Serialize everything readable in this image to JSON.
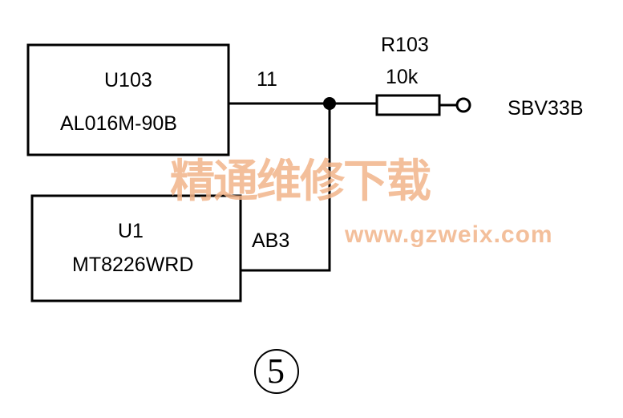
{
  "components": {
    "u103": {
      "ref": "U103",
      "part": "AL016M-90B",
      "pin": "11"
    },
    "u1": {
      "ref": "U1",
      "part": "MT8226WRD",
      "pin": "AB3"
    },
    "r103": {
      "ref": "R103",
      "value": "10k"
    },
    "net": {
      "label": "SBV33B"
    }
  },
  "figure_number": "5",
  "watermark": {
    "cn": "精通维修下载",
    "url": "www.gzweix.com"
  },
  "colors": {
    "line": "#000000",
    "watermark": "#f2b48a"
  }
}
